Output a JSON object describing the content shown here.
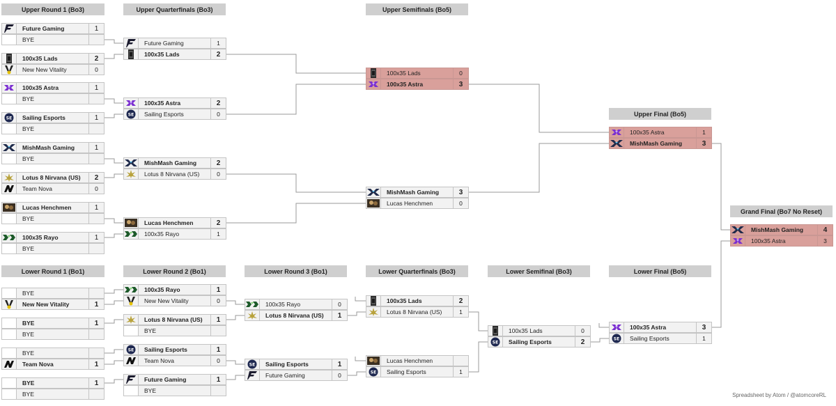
{
  "headers": {
    "ur1": "Upper Round 1 (Bo3)",
    "uqf": "Upper Quarterfinals (Bo3)",
    "usf": "Upper Semifinals (Bo5)",
    "uf": "Upper Final (Bo5)",
    "gf": "Grand Final (Bo7 No Reset)",
    "lr1": "Lower Round 1 (Bo1)",
    "lr2": "Lower Round 2 (Bo1)",
    "lr3": "Lower Round 3 (Bo1)",
    "lqf": "Lower Quarterfinals (Bo3)",
    "lsf": "Lower Semifinal (Bo3)",
    "lf": "Lower Final (Bo5)"
  },
  "colors": {
    "highlight": "#d9a09b",
    "header_bg": "#cfcfcf",
    "cell_bg": "#f2f2f2",
    "line": "#9a9a9a"
  },
  "rows": {
    "ur1_a1": {
      "team": "Future Gaming",
      "score": "1",
      "logo": "future-gaming-logo"
    },
    "ur1_a2": {
      "team": "BYE",
      "score": "",
      "logo": ""
    },
    "ur1_b1": {
      "team": "100x35 Lads",
      "score": "2",
      "logo": "lads-logo"
    },
    "ur1_b2": {
      "team": "New New Vitality",
      "score": "0",
      "logo": "vitality-logo"
    },
    "ur1_c1": {
      "team": "100x35 Astra",
      "score": "1",
      "logo": "astra-logo"
    },
    "ur1_c2": {
      "team": "BYE",
      "score": "",
      "logo": ""
    },
    "ur1_d1": {
      "team": "Sailing Esports",
      "score": "1",
      "logo": "sailing-logo"
    },
    "ur1_d2": {
      "team": "BYE",
      "score": "",
      "logo": ""
    },
    "ur1_e1": {
      "team": "MishMash Gaming",
      "score": "1",
      "logo": "mishmash-logo"
    },
    "ur1_e2": {
      "team": "BYE",
      "score": "",
      "logo": ""
    },
    "ur1_f1": {
      "team": "Lotus 8 Nirvana (US)",
      "score": "2",
      "logo": "lotus-logo"
    },
    "ur1_f2": {
      "team": "Team Nova",
      "score": "0",
      "logo": "nova-logo"
    },
    "ur1_g1": {
      "team": "Lucas Henchmen",
      "score": "1",
      "logo": "henchmen-logo"
    },
    "ur1_g2": {
      "team": "BYE",
      "score": "",
      "logo": ""
    },
    "ur1_h1": {
      "team": "100x35 Rayo",
      "score": "1",
      "logo": "rayo-logo"
    },
    "ur1_h2": {
      "team": "BYE",
      "score": "",
      "logo": ""
    },
    "uqf_a1": {
      "team": "Future Gaming",
      "score": "1",
      "logo": "future-gaming-logo"
    },
    "uqf_a2": {
      "team": "100x35 Lads",
      "score": "2",
      "logo": "lads-logo"
    },
    "uqf_b1": {
      "team": "100x35 Astra",
      "score": "2",
      "logo": "astra-logo"
    },
    "uqf_b2": {
      "team": "Sailing Esports",
      "score": "0",
      "logo": "sailing-logo"
    },
    "uqf_c1": {
      "team": "MishMash Gaming",
      "score": "2",
      "logo": "mishmash-logo"
    },
    "uqf_c2": {
      "team": "Lotus 8 Nirvana (US)",
      "score": "0",
      "logo": "lotus-logo"
    },
    "uqf_d1": {
      "team": "Lucas Henchmen",
      "score": "2",
      "logo": "henchmen-logo"
    },
    "uqf_d2": {
      "team": "100x35 Rayo",
      "score": "1",
      "logo": "rayo-logo"
    },
    "usf_a1": {
      "team": "100x35 Lads",
      "score": "0",
      "logo": "lads-logo"
    },
    "usf_a2": {
      "team": "100x35 Astra",
      "score": "3",
      "logo": "astra-logo"
    },
    "usf_b1": {
      "team": "MishMash Gaming",
      "score": "3",
      "logo": "mishmash-logo"
    },
    "usf_b2": {
      "team": "Lucas Henchmen",
      "score": "0",
      "logo": "henchmen-logo"
    },
    "uf_1": {
      "team": "100x35 Astra",
      "score": "1",
      "logo": "astra-logo"
    },
    "uf_2": {
      "team": "MishMash Gaming",
      "score": "3",
      "logo": "mishmash-logo"
    },
    "gf_1": {
      "team": "MishMash Gaming",
      "score": "4",
      "logo": "mishmash-logo"
    },
    "gf_2": {
      "team": "100x35 Astra",
      "score": "3",
      "logo": "astra-logo"
    },
    "lr1_a1": {
      "team": "BYE",
      "score": "",
      "logo": ""
    },
    "lr1_a2": {
      "team": "New New Vitality",
      "score": "1",
      "logo": "vitality-logo"
    },
    "lr1_b1": {
      "team": "BYE",
      "score": "1",
      "logo": ""
    },
    "lr1_b2": {
      "team": "BYE",
      "score": "",
      "logo": ""
    },
    "lr1_c1": {
      "team": "BYE",
      "score": "",
      "logo": ""
    },
    "lr1_c2": {
      "team": "Team Nova",
      "score": "1",
      "logo": "nova-logo"
    },
    "lr1_d1": {
      "team": "BYE",
      "score": "1",
      "logo": ""
    },
    "lr1_d2": {
      "team": "BYE",
      "score": "",
      "logo": ""
    },
    "lr2_a1": {
      "team": "100x35 Rayo",
      "score": "1",
      "logo": "rayo-logo"
    },
    "lr2_a2": {
      "team": "New New Vitality",
      "score": "0",
      "logo": "vitality-logo"
    },
    "lr2_b1": {
      "team": "Lotus 8 Nirvana (US)",
      "score": "1",
      "logo": "lotus-logo"
    },
    "lr2_b2": {
      "team": "BYE",
      "score": "",
      "logo": ""
    },
    "lr2_c1": {
      "team": "Sailing Esports",
      "score": "1",
      "logo": "sailing-logo"
    },
    "lr2_c2": {
      "team": "Team Nova",
      "score": "0",
      "logo": "nova-logo"
    },
    "lr2_d1": {
      "team": "Future Gaming",
      "score": "1",
      "logo": "future-gaming-logo"
    },
    "lr2_d2": {
      "team": "BYE",
      "score": "",
      "logo": ""
    },
    "lr3_a1": {
      "team": "100x35 Rayo",
      "score": "0",
      "logo": "rayo-logo"
    },
    "lr3_a2": {
      "team": "Lotus 8 Nirvana (US)",
      "score": "1",
      "logo": "lotus-logo"
    },
    "lr3_b1": {
      "team": "Sailing Esports",
      "score": "1",
      "logo": "sailing-logo"
    },
    "lr3_b2": {
      "team": "Future Gaming",
      "score": "0",
      "logo": "future-gaming-logo"
    },
    "lqf_a1": {
      "team": "100x35 Lads",
      "score": "2",
      "logo": "lads-logo"
    },
    "lqf_a2": {
      "team": "Lotus 8 Nirvana (US)",
      "score": "1",
      "logo": "lotus-logo"
    },
    "lqf_b1": {
      "team": "Lucas Henchmen",
      "score": "",
      "logo": "henchmen-logo"
    },
    "lqf_b2": {
      "team": "Sailing Esports",
      "score": "1",
      "logo": "sailing-logo"
    },
    "lsf_1": {
      "team": "100x35 Lads",
      "score": "0",
      "logo": "lads-logo"
    },
    "lsf_2": {
      "team": "Sailing Esports",
      "score": "2",
      "logo": "sailing-logo"
    },
    "lf_1": {
      "team": "100x35 Astra",
      "score": "3",
      "logo": "astra-logo"
    },
    "lf_2": {
      "team": "Sailing Esports",
      "score": "1",
      "logo": "sailing-logo"
    }
  },
  "credit": "Spreadsheet by Atom / @atomcoreRL"
}
